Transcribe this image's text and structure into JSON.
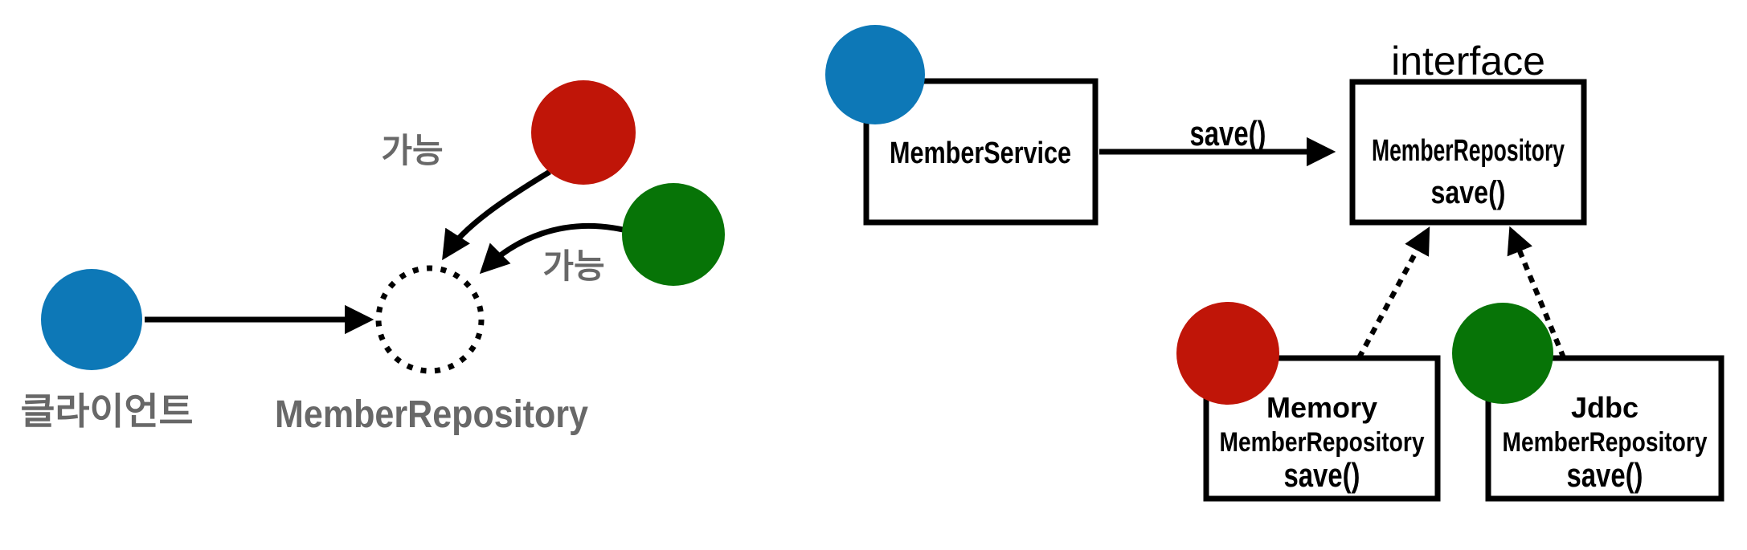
{
  "colors": {
    "blue": "#0d78b7",
    "red": "#c01508",
    "green": "#077407",
    "gray_text": "#686868",
    "black": "#000000",
    "background": "#ffffff"
  },
  "left_diagram": {
    "client_label": "클라이언트",
    "repository_label": "MemberRepository",
    "possible_label_red": "가능",
    "possible_label_green": "가능"
  },
  "right_diagram": {
    "interface_caption": "interface",
    "service_box_title": "MemberService",
    "save_arrow_label": "save()",
    "repository_box_title": "MemberRepository",
    "repository_box_method": "save()",
    "memory_box_line1": "Memory",
    "memory_box_line2": "MemberRepository",
    "memory_box_method": "save()",
    "jdbc_box_line1": "Jdbc",
    "jdbc_box_line2": "MemberRepository",
    "jdbc_box_method": "save()"
  }
}
